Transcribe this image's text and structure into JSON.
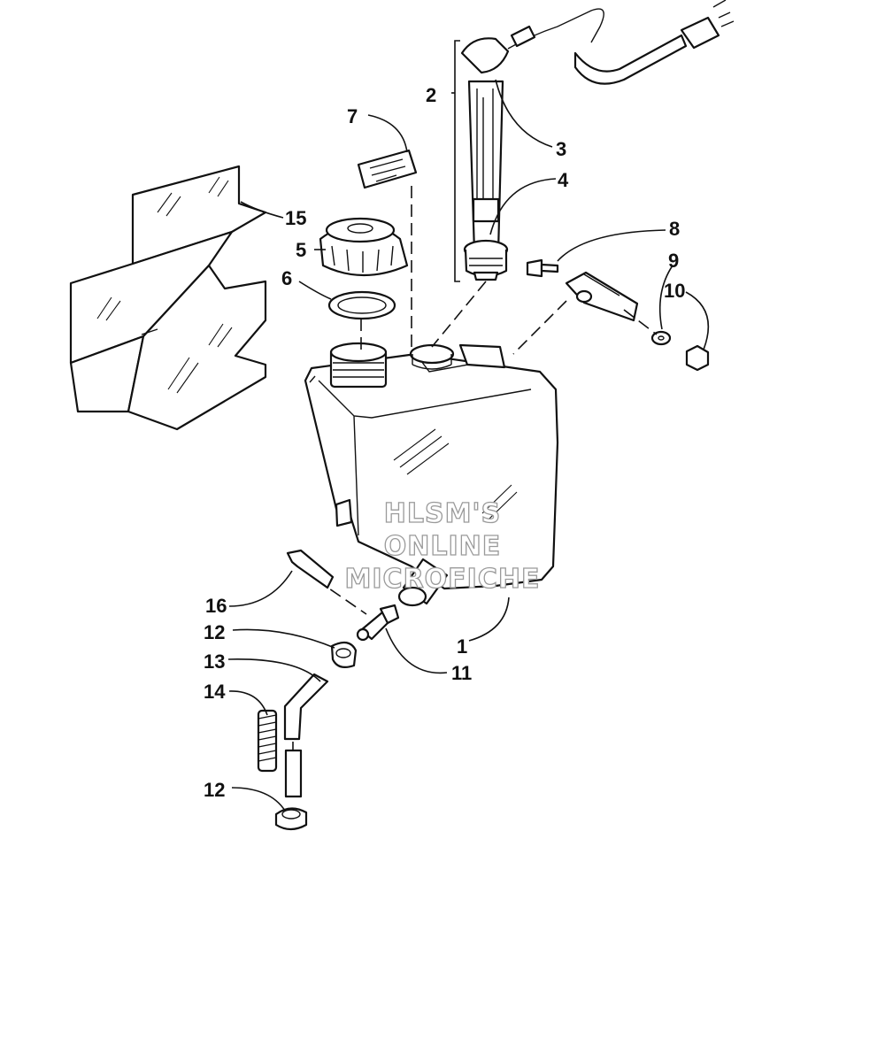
{
  "diagram": {
    "callouts": [
      {
        "id": "1",
        "label": "1"
      },
      {
        "id": "2",
        "label": "2"
      },
      {
        "id": "3",
        "label": "3"
      },
      {
        "id": "4",
        "label": "4"
      },
      {
        "id": "5",
        "label": "5"
      },
      {
        "id": "6",
        "label": "6"
      },
      {
        "id": "7",
        "label": "7"
      },
      {
        "id": "8",
        "label": "8"
      },
      {
        "id": "9",
        "label": "9"
      },
      {
        "id": "10",
        "label": "10"
      },
      {
        "id": "11",
        "label": "11"
      },
      {
        "id": "12a",
        "label": "12"
      },
      {
        "id": "12b",
        "label": "12"
      },
      {
        "id": "13",
        "label": "13"
      },
      {
        "id": "14",
        "label": "14"
      },
      {
        "id": "15",
        "label": "15"
      },
      {
        "id": "16",
        "label": "16"
      }
    ],
    "watermark": {
      "line1": "HLSM'S",
      "line2": "ONLINE",
      "line3": "MICROFICHE"
    }
  }
}
